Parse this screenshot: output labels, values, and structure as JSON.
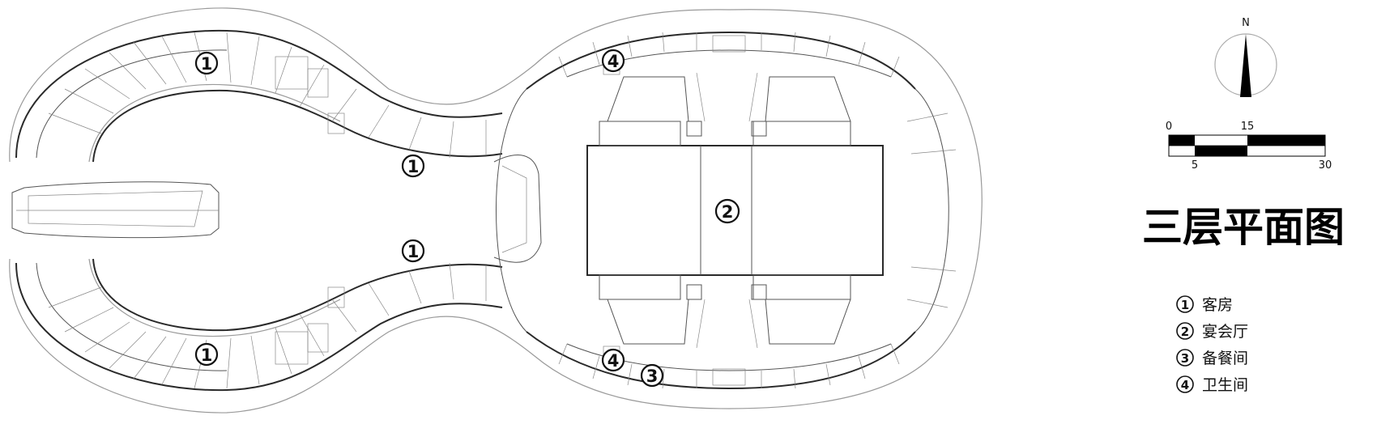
{
  "title": "三层平面图",
  "north_label": "N",
  "scale_bar": {
    "labels_top": [
      "0",
      "15"
    ],
    "labels_bottom": [
      "5",
      "30"
    ]
  },
  "markers": [
    {
      "num": "1"
    },
    {
      "num": "1"
    },
    {
      "num": "1"
    },
    {
      "num": "1"
    },
    {
      "num": "2"
    },
    {
      "num": "3"
    },
    {
      "num": "4"
    },
    {
      "num": "4"
    }
  ],
  "legend": [
    {
      "num": "1",
      "label": "客房"
    },
    {
      "num": "2",
      "label": "宴会厅"
    },
    {
      "num": "3",
      "label": "备餐间"
    },
    {
      "num": "4",
      "label": "卫生间"
    }
  ]
}
